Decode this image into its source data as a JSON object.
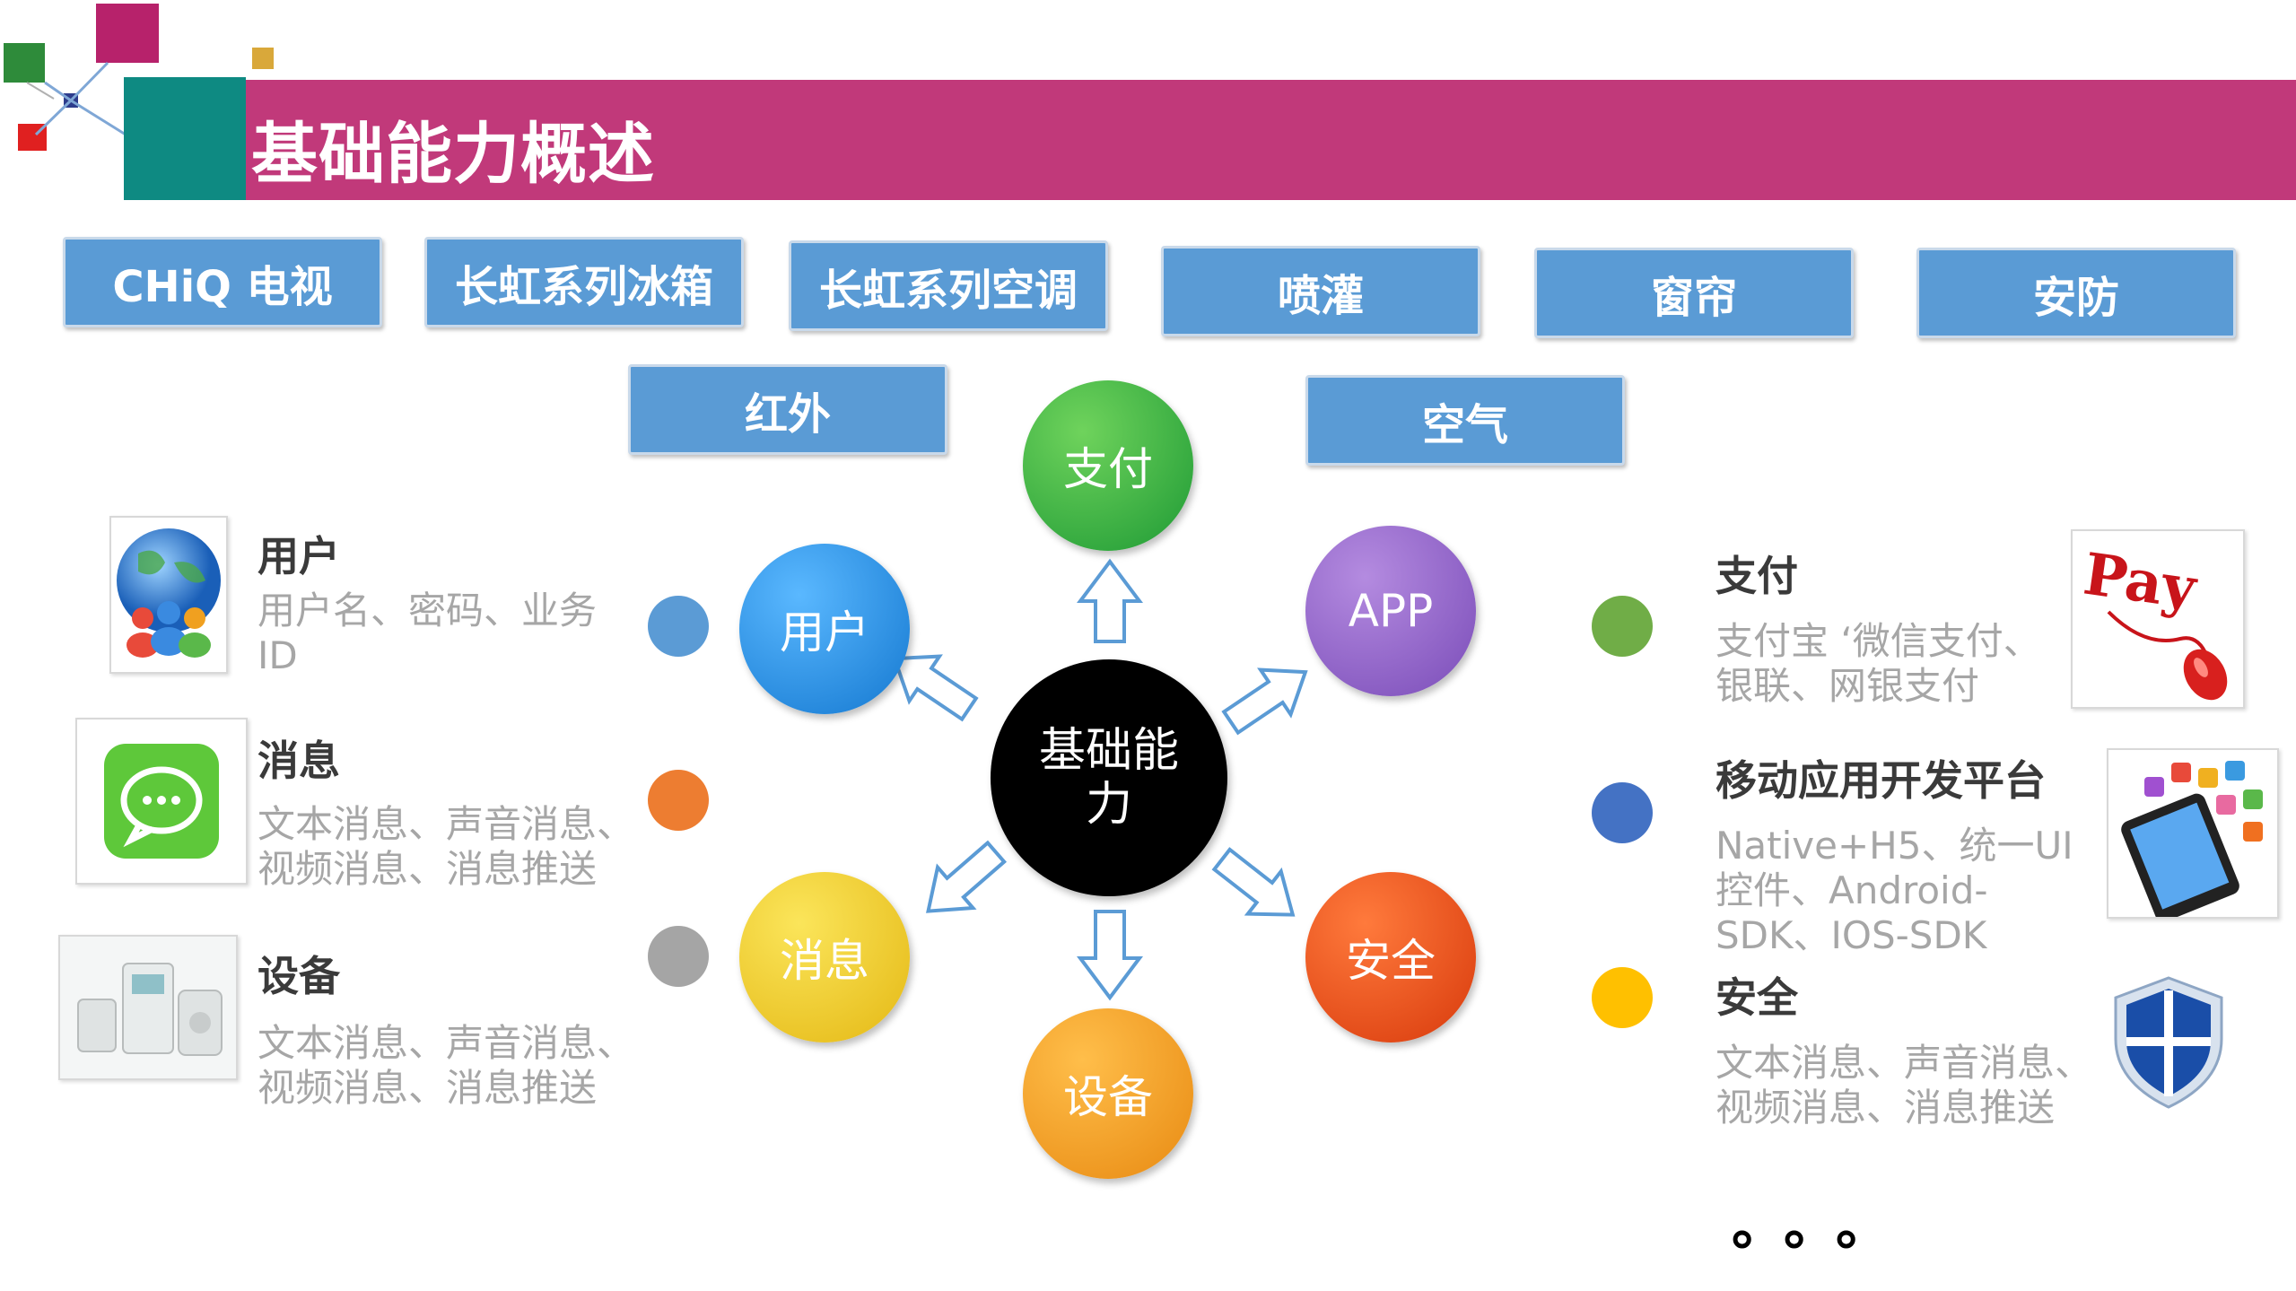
{
  "page": {
    "title": "基础能力概述"
  },
  "tags": [
    {
      "label": "CHiQ 电视"
    },
    {
      "label": "长虹系列冰箱"
    },
    {
      "label": "长虹系列空调"
    },
    {
      "label": "喷灌"
    },
    {
      "label": "窗帘"
    },
    {
      "label": "安防"
    },
    {
      "label": "红外"
    },
    {
      "label": "空气"
    }
  ],
  "hub": {
    "center": "基础能力",
    "nodes": [
      {
        "label": "支付",
        "color": "#3aa93a"
      },
      {
        "label": "APP",
        "color": "#8e5fc6"
      },
      {
        "label": "安全",
        "color": "#e8431a"
      },
      {
        "label": "设备",
        "color": "#f09a1c"
      },
      {
        "label": "消息",
        "color": "#f0cc1e"
      },
      {
        "label": "用户",
        "color": "#1e8ee0"
      }
    ]
  },
  "left_features": [
    {
      "title": "用户",
      "desc": "用户名、密码、业务ID",
      "dot_color": "#5b9bd5",
      "icon": "globe-users-icon"
    },
    {
      "title": "消息",
      "desc": "文本消息、声音消息、视频消息、消息推送",
      "dot_color": "#ed7d31",
      "icon": "chat-bubble-icon"
    },
    {
      "title": "设备",
      "desc": "文本消息、声音消息、视频消息、消息推送",
      "dot_color": "#a5a5a5",
      "icon": "devices-icon"
    }
  ],
  "right_features": [
    {
      "title": "支付",
      "desc": "支付宝 ‘微信支付、银联、网银支付",
      "dot_color": "#70ad47",
      "icon": "pay-mouse-icon"
    },
    {
      "title": "移动应用开发平台",
      "desc": " Native+H5、统一UI控件、Android-SDK、IOS-SDK",
      "dot_color": "#4472c4",
      "icon": "smartphone-apps-icon"
    },
    {
      "title": "安全",
      "desc": "文本消息、声音消息、视频消息、消息推送",
      "dot_color": "#ffc000",
      "icon": "shield-icon"
    }
  ],
  "ellipsis": "。。。"
}
